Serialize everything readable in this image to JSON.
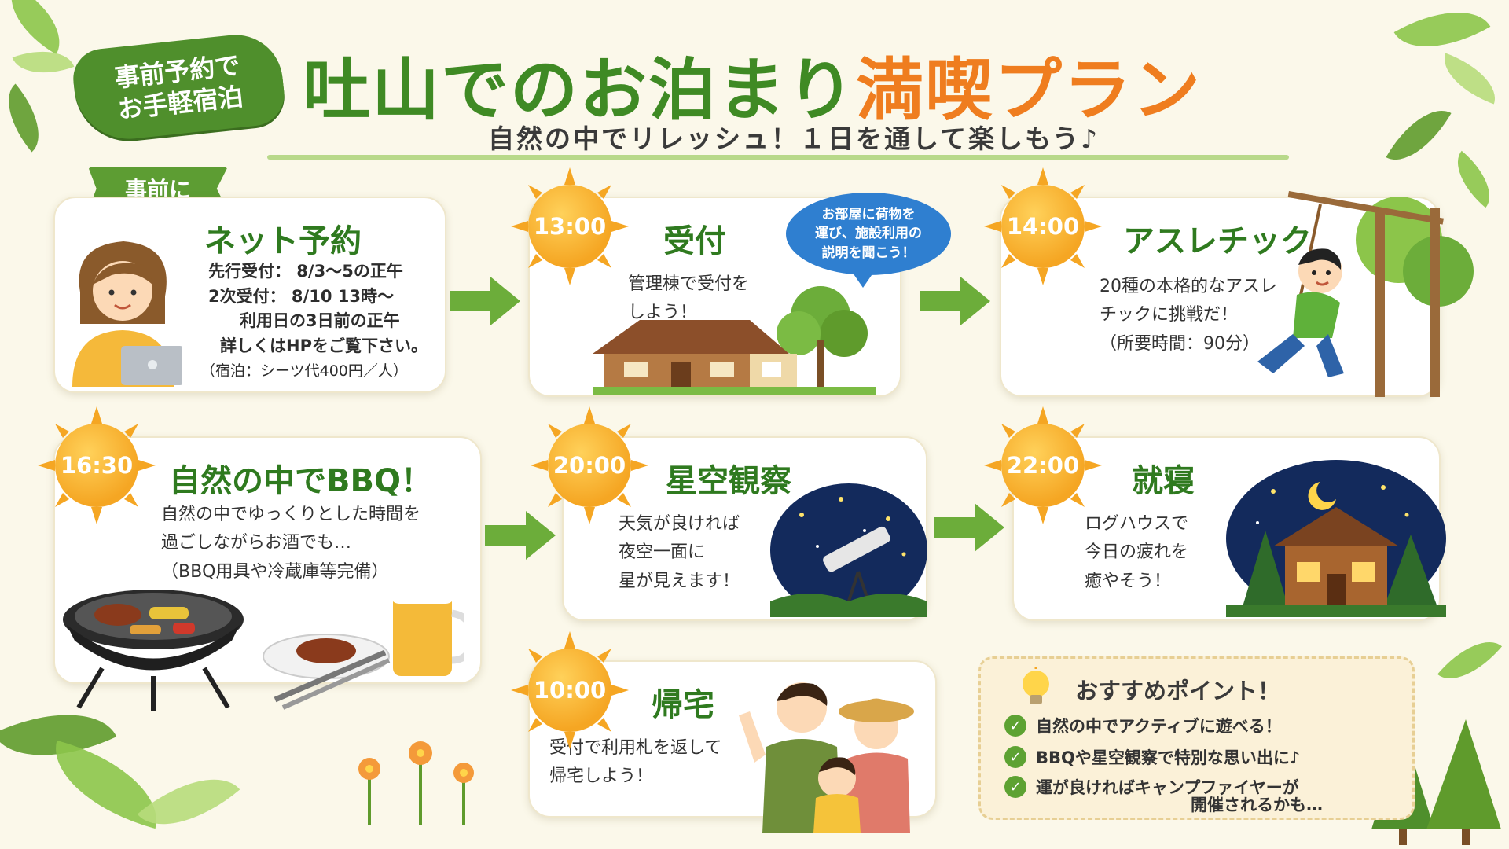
{
  "header": {
    "badge_line1": "事前予約で",
    "badge_line2": "お手軽宿泊",
    "title_green": "吐山でのお泊まり",
    "title_orange": "満喫プラン",
    "subtitle": "自然の中でリレッシュ！１日を通して楽しもう♪"
  },
  "pre_tag": "事前に",
  "net": {
    "title": "ネット予約",
    "line1": "先行受付： 8/3～5の正午",
    "line2": "2次受付： 8/10 13時～",
    "line3": "利用日の3日前の正午",
    "line4": "詳しくはHPをご覧下さい。",
    "note": "（宿泊：シーツ代400円／人）"
  },
  "steps": [
    {
      "time": "13:00",
      "title": "受付",
      "text": "管理棟で受付を\nしよう！"
    },
    {
      "time": "14:00",
      "title": "アスレチック",
      "text": "20種の本格的なアスレ\nチックに挑戦だ！\n（所要時間：90分）"
    },
    {
      "time": "16:30",
      "title": "自然の中でBBQ！",
      "text": "自然の中でゆっくりとした時間を\n過ごしながらお酒でも…\n（BBQ用具や冷蔵庫等完備）"
    },
    {
      "time": "20:00",
      "title": "星空観察",
      "text": "天気が良ければ\n夜空一面に\n星が見えます！"
    },
    {
      "time": "22:00",
      "title": "就寝",
      "text": "ログハウスで\n今日の疲れを\n癒やそう！"
    },
    {
      "time": "10:00",
      "title": "帰宅",
      "text": "受付で利用札を返して\n帰宅しよう！"
    }
  ],
  "bubble": "お部屋に荷物を\n運び、施設利用の\n説明を聞こう！",
  "tips": {
    "title": "おすすめポイント！",
    "items": [
      "自然の中でアクティブに遊べる！",
      "BBQや星空観察で特別な思い出に♪",
      "運が良ければキャンプファイヤーが"
    ],
    "item3_cont": "開催されるかも…"
  },
  "colors": {
    "green": "#3f8a24",
    "orange": "#ef7d1f",
    "sun": "#f5a623",
    "bubble": "#2f7fd0",
    "night": "#132a5c"
  }
}
